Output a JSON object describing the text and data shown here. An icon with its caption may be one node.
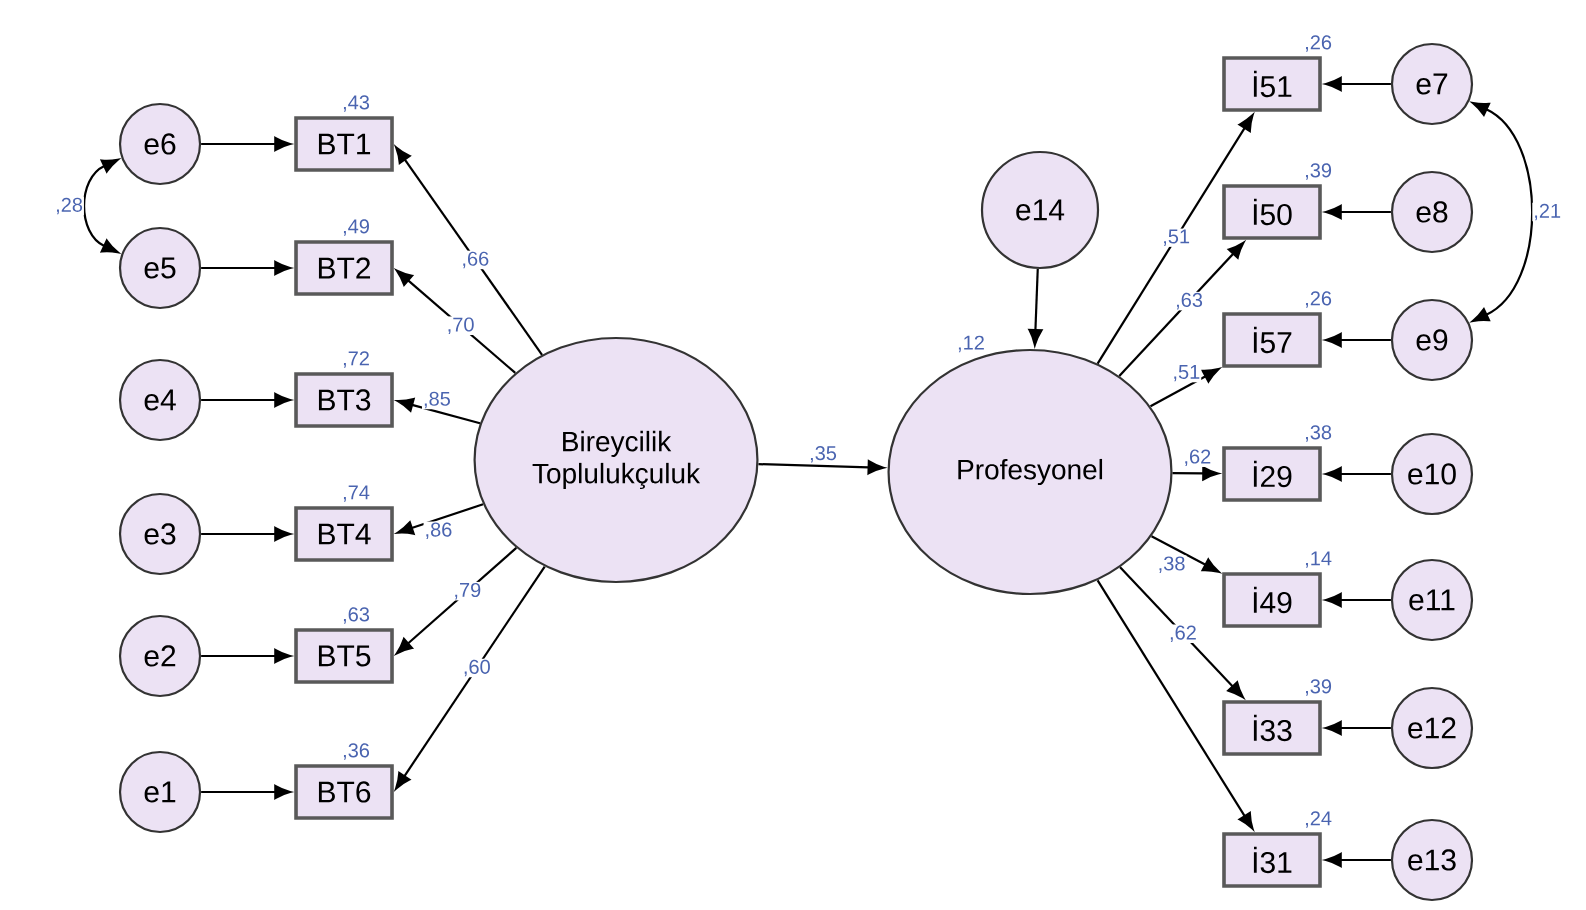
{
  "diagram": {
    "nodes": [
      {
        "text": [
          "e6"
        ]
      },
      {
        "text": [
          "e5"
        ]
      },
      {
        "text": [
          "e4"
        ]
      },
      {
        "text": [
          "e3"
        ]
      },
      {
        "text": [
          "e2"
        ]
      },
      {
        "text": [
          "e1"
        ]
      },
      {
        "text": [
          "BT1"
        ],
        "beside": [
          ",43"
        ]
      },
      {
        "text": [
          "BT2"
        ],
        "beside": [
          ",49"
        ]
      },
      {
        "text": [
          "BT3"
        ],
        "beside": [
          ",72"
        ]
      },
      {
        "text": [
          "BT4"
        ],
        "beside": [
          ",74"
        ]
      },
      {
        "text": [
          "BT5"
        ],
        "beside": [
          ",63"
        ]
      },
      {
        "text": [
          "BT6"
        ],
        "beside": [
          ",36"
        ]
      },
      {
        "text": [
          "Bireycilik Toplulukçuluk"
        ]
      },
      {
        "text": [
          "e14"
        ]
      },
      {
        "text": [
          "Profesyonel"
        ],
        "beside": [
          ",12"
        ]
      },
      {
        "text": [
          "İ51"
        ],
        "beside": [
          ",26"
        ]
      },
      {
        "text": [
          "İ50"
        ],
        "beside": [
          ",39"
        ]
      },
      {
        "text": [
          "İ57"
        ],
        "beside": [
          ",26"
        ]
      },
      {
        "text": [
          "İ29"
        ],
        "beside": [
          ",38"
        ]
      },
      {
        "text": [
          "İ49"
        ],
        "beside": [
          ",14"
        ]
      },
      {
        "text": [
          "İ33"
        ],
        "beside": [
          ",39"
        ]
      },
      {
        "text": [
          "İ31"
        ],
        "beside": [
          ",24"
        ]
      },
      {
        "text": [
          "e7"
        ]
      },
      {
        "text": [
          "e8"
        ]
      },
      {
        "text": [
          "e9"
        ]
      },
      {
        "text": [
          "e10"
        ]
      },
      {
        "text": [
          "e11"
        ]
      },
      {
        "text": [
          "e12"
        ]
      },
      {
        "text": [
          "e13"
        ]
      }
    ],
    "edges": [
      {
        "from": 0,
        "to": 6,
        "arrow": "to"
      },
      {
        "from": 1,
        "to": 7,
        "arrow": "to"
      },
      {
        "from": 2,
        "to": 8,
        "arrow": "to"
      },
      {
        "from": 3,
        "to": 9,
        "arrow": "to"
      },
      {
        "from": 4,
        "to": 10,
        "arrow": "to"
      },
      {
        "from": 5,
        "to": 11,
        "arrow": "to"
      },
      {
        "from": 12,
        "to": 6,
        "arrow": "to",
        "label": ",66"
      },
      {
        "from": 12,
        "to": 7,
        "arrow": "to",
        "label": ",70"
      },
      {
        "from": 12,
        "to": 8,
        "arrow": "to",
        "label": ",85"
      },
      {
        "from": 12,
        "to": 9,
        "arrow": "to",
        "label": ",86"
      },
      {
        "from": 12,
        "to": 10,
        "arrow": "to",
        "label": ",79"
      },
      {
        "from": 12,
        "to": 11,
        "arrow": "to",
        "label": ",60"
      },
      {
        "from": 0,
        "to": 1,
        "arrow": "both",
        "label": ",28"
      },
      {
        "from": 12,
        "to": 14,
        "arrow": "to",
        "label": ",35"
      },
      {
        "from": 13,
        "to": 14,
        "arrow": "to"
      },
      {
        "from": 14,
        "to": 15,
        "arrow": "to",
        "label": ",51"
      },
      {
        "from": 14,
        "to": 16,
        "arrow": "to",
        "label": ",63"
      },
      {
        "from": 14,
        "to": 17,
        "arrow": "to",
        "label": ",51"
      },
      {
        "from": 14,
        "to": 18,
        "arrow": "to",
        "label": ",62"
      },
      {
        "from": 14,
        "to": 19,
        "arrow": "to",
        "label": ",38"
      },
      {
        "from": 14,
        "to": 20,
        "arrow": "to",
        "label": ",62"
      },
      {
        "from": 14,
        "to": 21,
        "arrow": "to"
      },
      {
        "from": 22,
        "to": 15,
        "arrow": "to"
      },
      {
        "from": 23,
        "to": 16,
        "arrow": "to"
      },
      {
        "from": 24,
        "to": 17,
        "arrow": "to"
      },
      {
        "from": 25,
        "to": 18,
        "arrow": "to"
      },
      {
        "from": 26,
        "to": 19,
        "arrow": "to"
      },
      {
        "from": 27,
        "to": 20,
        "arrow": "to"
      },
      {
        "from": 28,
        "to": 21,
        "arrow": "to"
      },
      {
        "from": 22,
        "to": 24,
        "arrow": "both",
        "label": ",21"
      }
    ]
  }
}
